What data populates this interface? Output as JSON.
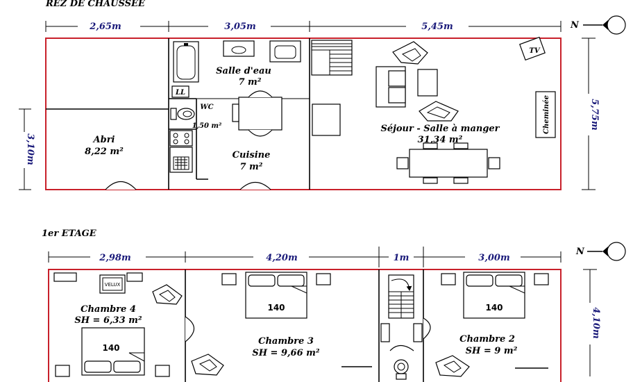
{
  "ground_floor": {
    "title": "REZ DE CHAUSSÉE",
    "dims": {
      "w1": "2,65m",
      "w2": "3,05m",
      "w3": "5,45m",
      "depth_left": "3,10m",
      "depth_right": "5,75m"
    },
    "north": "N",
    "rooms": {
      "abri_name": "Abri",
      "abri_area": "8,22 m²",
      "salle_name": "Salle d'eau",
      "salle_area": "7 m²",
      "wc_name": "WC",
      "wc_area": "1,50 m²",
      "cuisine_name": "Cuisine",
      "cuisine_area": "7 m²",
      "sejour_name": "Séjour - Salle à manger",
      "sejour_area": "31,34 m²"
    },
    "labels": {
      "ll": "LL",
      "tv": "TV",
      "cheminee": "Cheminée"
    }
  },
  "first_floor": {
    "title": "1er ETAGE",
    "dims": {
      "w1": "2,98m",
      "w2": "4,20m",
      "w3": "1m",
      "w4": "3,00m",
      "depth": "4,10m"
    },
    "north": "N",
    "rooms": {
      "ch4_name": "Chambre 4",
      "ch4_area": "SH = 6,33 m²",
      "ch3_name": "Chambre 3",
      "ch3_area": "SH = 9,66 m²",
      "ch2_name": "Chambre 2",
      "ch2_area": "SH = 9 m²"
    },
    "labels": {
      "velux": "VELUX",
      "bed_size": "140"
    }
  }
}
